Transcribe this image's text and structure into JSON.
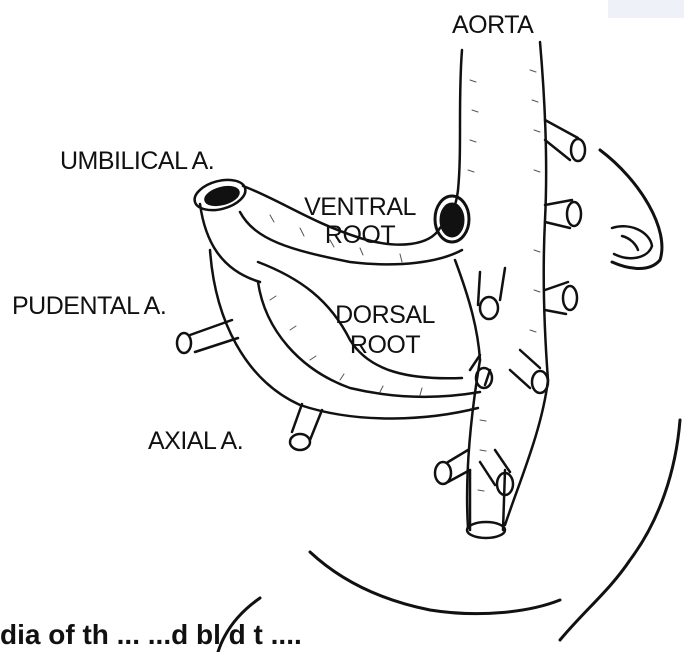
{
  "labels": {
    "aorta": "AORTA",
    "umbilical": "UMBILICAL A.",
    "ventral_line1": "VENTRAL",
    "ventral_line2": "ROOT",
    "pudental": "PUDENTAL A.",
    "dorsal_line1": "DORSAL",
    "dorsal_line2": "ROOT",
    "axial": "AXIAL A."
  },
  "caption": "dia of th     ... ...d bl d  t ...."
}
